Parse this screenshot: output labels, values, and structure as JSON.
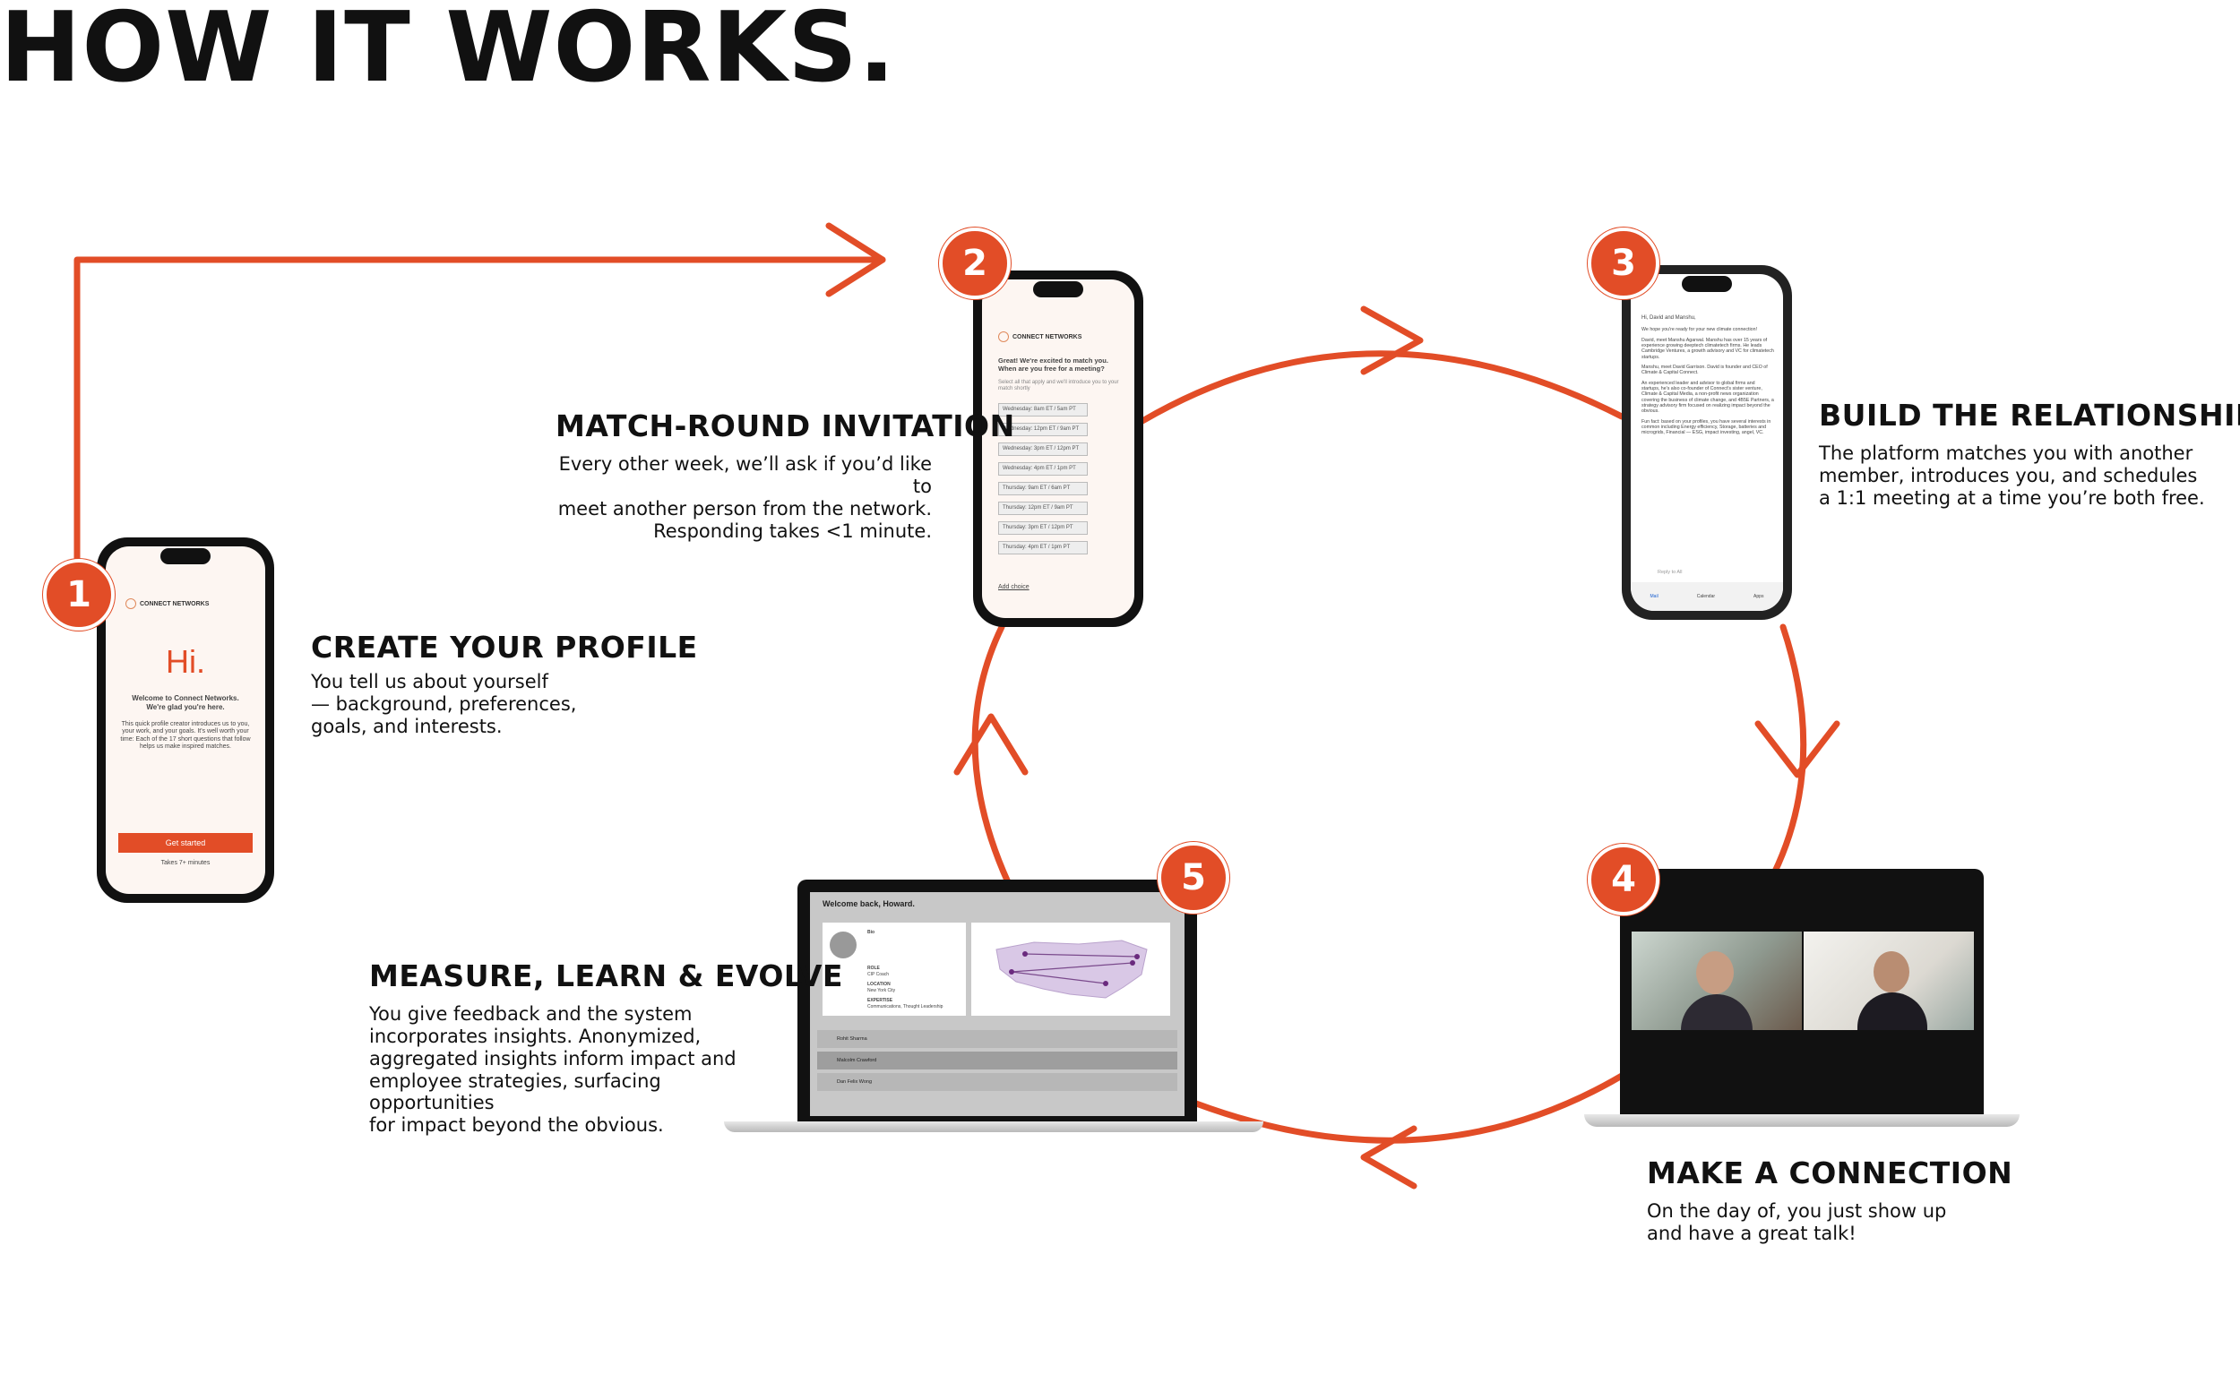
{
  "title": "HOW IT WORKS.",
  "colors": {
    "accent": "#e24d27",
    "text": "#111111"
  },
  "steps": [
    {
      "number": "1",
      "title": "CREATE YOUR PROFILE",
      "body": [
        "You tell us about yourself",
        "— background, preferences,",
        "goals, and interests."
      ]
    },
    {
      "number": "2",
      "title": "MATCH-ROUND INVITATION",
      "body": [
        "Every other week, we’ll ask if you’d like to",
        "meet another person from the network.",
        "Responding takes <1 minute."
      ]
    },
    {
      "number": "3",
      "title": "BUILD THE RELATIONSHIP",
      "body": [
        "The platform matches you with another",
        "member, introduces you, and schedules",
        "a 1:1 meeting at a time you’re both free."
      ]
    },
    {
      "number": "4",
      "title": "MAKE A CONNECTION",
      "body": [
        "On the day of, you just show up",
        "and have a great talk!"
      ]
    },
    {
      "number": "5",
      "title": "MEASURE, LEARN & EVOLVE",
      "body": [
        "You give feedback and the system",
        "incorporates insights. Anonymized,",
        "aggregated insights inform impact and",
        "employee strategies, surfacing opportunities",
        "for impact beyond the obvious."
      ]
    }
  ],
  "phone1": {
    "brand": "CONNECT NETWORKS",
    "greeting": "Hi.",
    "welcome": "Welcome to Connect Networks. We're glad you're here.",
    "intro": "This quick profile creator introduces us to you, your work, and your goals. It's well worth your time: Each of the 17 short questions that follow helps us make inspired matches.",
    "button": "Get started",
    "time": "Takes 7+ minutes"
  },
  "phone2": {
    "brand": "CONNECT NETWORKS",
    "question": "Great! We're excited to match you. When are you free for a meeting?",
    "hint": "Select all that apply and we'll introduce you to your match shortly",
    "slots": [
      "Wednesday: 8am ET / 5am PT",
      "Wednesday: 12pm ET / 9am PT",
      "Wednesday: 3pm ET / 12pm PT",
      "Wednesday: 4pm ET / 1pm PT",
      "Thursday: 9am ET / 6am PT",
      "Thursday: 12pm ET / 9am PT",
      "Thursday: 3pm ET / 12pm PT",
      "Thursday: 4pm ET / 1pm PT"
    ],
    "add": "Add choice"
  },
  "phone3": {
    "greeting": "Hi, David and Manshu,",
    "p1": "We hope you're ready for your new climate connection!",
    "p2": "David, meet Manshu Agarwal. Manshu has over 15 years of experience growing deeptech climatetech firms. He leads Cambridge Ventures, a growth advisory and VC for climatetech startups.",
    "p3": "Manshu, meet David Garrison. David is founder and CEO of Climate & Capital Connect.",
    "p4": "An experienced leader and advisor to global firms and startups, he's also co-founder of Connect's sister venture, Climate & Capital Media, a non-profit news organization covering the business of climate change, and 4B5E Partners, a strategy advisory firm focused on realizing impact beyond the obvious.",
    "p5": "Fun fact: based on your profiles, you have several interests in common including Energy efficiency, Storage, batteries and microgrids, Financial — ESG, impact investing, angel, VC.",
    "reply": "Reply to All",
    "tabs": [
      "Mail",
      "Calendar",
      "Apps"
    ]
  },
  "laptop5": {
    "welcome": "Welcome back, Howard.",
    "profile_label": "Bio",
    "role_label": "ROLE",
    "role_value": "CIP Coach",
    "location_label": "LOCATION",
    "location_value": "New York City",
    "expertise_label": "EXPERTISE",
    "expertise_value": "Communications, Thought Leadership",
    "rows": [
      "Rohit Sharma",
      "Malcolm Crawford",
      "Dan Felix Wong"
    ]
  },
  "icons": {
    "arrow": "arrow-icon",
    "phone": "phone-icon",
    "laptop": "laptop-icon",
    "map": "map-icon"
  }
}
